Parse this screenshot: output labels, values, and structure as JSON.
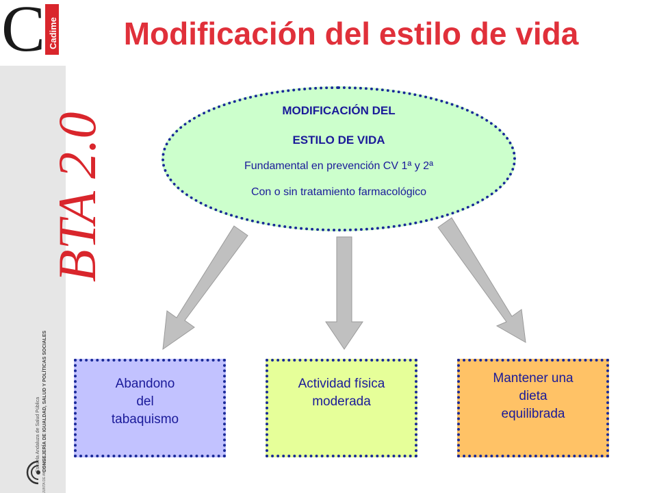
{
  "logo": {
    "letter": "C",
    "name": "Cadime"
  },
  "sidebar": {
    "bta": "BTA 2.0",
    "institution_line1": "Escuela Andaluza de Salud Pública",
    "institution_line2": "CONSEJERÍA DE IGUALDAD, SALUD Y POLÍTICAS SOCIALES",
    "institution_small": "JUNTA DE ANDALUCÍA"
  },
  "title": "Modificación del estilo de vida",
  "center_node": {
    "line1": "MODIFICACIÓN DEL",
    "line2": "ESTILO DE VIDA",
    "line3": "Fundamental en prevención CV 1ª y 2ª",
    "line4": "Con o sin tratamiento farmacológico",
    "fill": "#ccffcc",
    "border": "#1a2a99"
  },
  "boxes": [
    {
      "lines": [
        "Abandono",
        "del",
        "tabaquismo"
      ],
      "fill": "#c2c2ff"
    },
    {
      "lines": [
        "Actividad física",
        "moderada"
      ],
      "fill": "#e6ff99"
    },
    {
      "lines": [
        "Mantener una",
        "dieta",
        "equilibrada"
      ],
      "fill": "#ffc266"
    }
  ],
  "colors": {
    "title": "#e0303a",
    "text": "#1a1a99",
    "arrow": "#c0c0c0",
    "brand": "#d9262c"
  }
}
